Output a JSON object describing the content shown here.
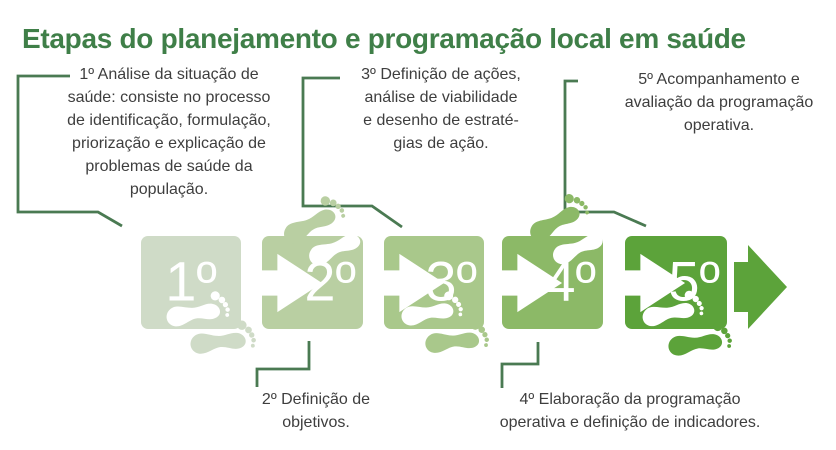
{
  "title": "Etapas do planejamento e programação local em saúde",
  "steps": [
    {
      "label": "1º",
      "color": "#cfdbc7"
    },
    {
      "label": "2º",
      "color": "#b9cfa2"
    },
    {
      "label": "3º",
      "color": "#a9c88b"
    },
    {
      "label": "4º",
      "color": "#8cb967"
    },
    {
      "label": "5º",
      "color": "#5ca33a"
    }
  ],
  "callouts": {
    "step1": [
      "1º Análise da situação de",
      "saúde: consiste no processo",
      "de identificação, formulação,",
      "priorização e explicação de",
      "problemas de saúde da",
      "população."
    ],
    "step2": [
      "2º Definição de",
      "objetivos."
    ],
    "step3": [
      "3º Definição de ações,",
      "análise de viabilidade",
      "e desenho de estraté-",
      "gias de ação."
    ],
    "step4": [
      "4º Elaboração da programação",
      "operativa e definição de indicadores."
    ],
    "step5": [
      "5º Acompanhamento e",
      "avaliação da programação",
      "operativa."
    ]
  },
  "colors": {
    "title": "#3f7f48",
    "text": "#3e3e3e",
    "connector_line": "#4a7a52",
    "arrowhead": "#2f6b39",
    "background": "#ffffff"
  }
}
